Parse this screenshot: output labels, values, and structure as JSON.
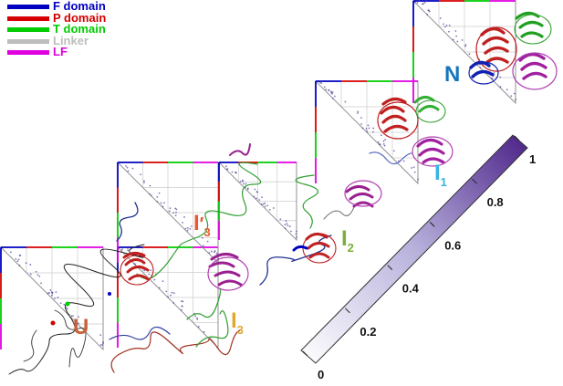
{
  "legend": {
    "items": [
      {
        "label": "F domain",
        "color": "#0000c0"
      },
      {
        "label": "P domain",
        "color": "#d40000"
      },
      {
        "label": "T domain",
        "color": "#00cc00"
      },
      {
        "label": "Linker",
        "color": "#bdbdbd"
      },
      {
        "label": "LF",
        "color": "#e000e0"
      }
    ]
  },
  "states": [
    {
      "base": "U",
      "prime": "",
      "sub": "",
      "color": "#c8623a"
    },
    {
      "base": "I",
      "prime": "",
      "sub": "3",
      "color": "#e0a830"
    },
    {
      "base": "I",
      "prime": "′",
      "sub": "3",
      "color": "#e85a30"
    },
    {
      "base": "I",
      "prime": "",
      "sub": "2",
      "color": "#7cae38"
    },
    {
      "base": "I",
      "prime": "",
      "sub": "1",
      "color": "#35b5e5"
    },
    {
      "base": "N",
      "prime": "",
      "sub": "",
      "color": "#1776bb"
    }
  ],
  "colorbar": {
    "tick_labels": [
      "0",
      "0.2",
      "0.4",
      "0.6",
      "0.8",
      "1"
    ],
    "min_color": "#ffffff",
    "max_color": "#4b2188"
  },
  "colors": {
    "f_domain": "#0000c0",
    "p_domain": "#d40000",
    "t_domain": "#00cc00",
    "lf": "#e000e0",
    "contact": "#4b3a9a",
    "grid": "#cccccc"
  }
}
